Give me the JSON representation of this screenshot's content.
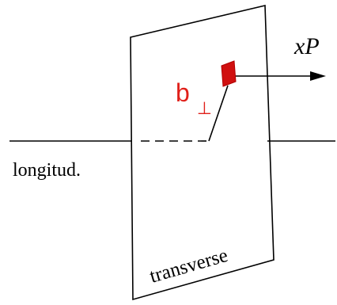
{
  "labels": {
    "longitudinal": "longitud.",
    "transverse": "transverse",
    "momentum": "xP",
    "impact_parameter_base": "b",
    "impact_parameter_sub": "⊥"
  },
  "colors": {
    "line": "#000000",
    "accent": "#e0201a",
    "parton_fill": "#d01010",
    "plane_fill": "#ffffff"
  }
}
